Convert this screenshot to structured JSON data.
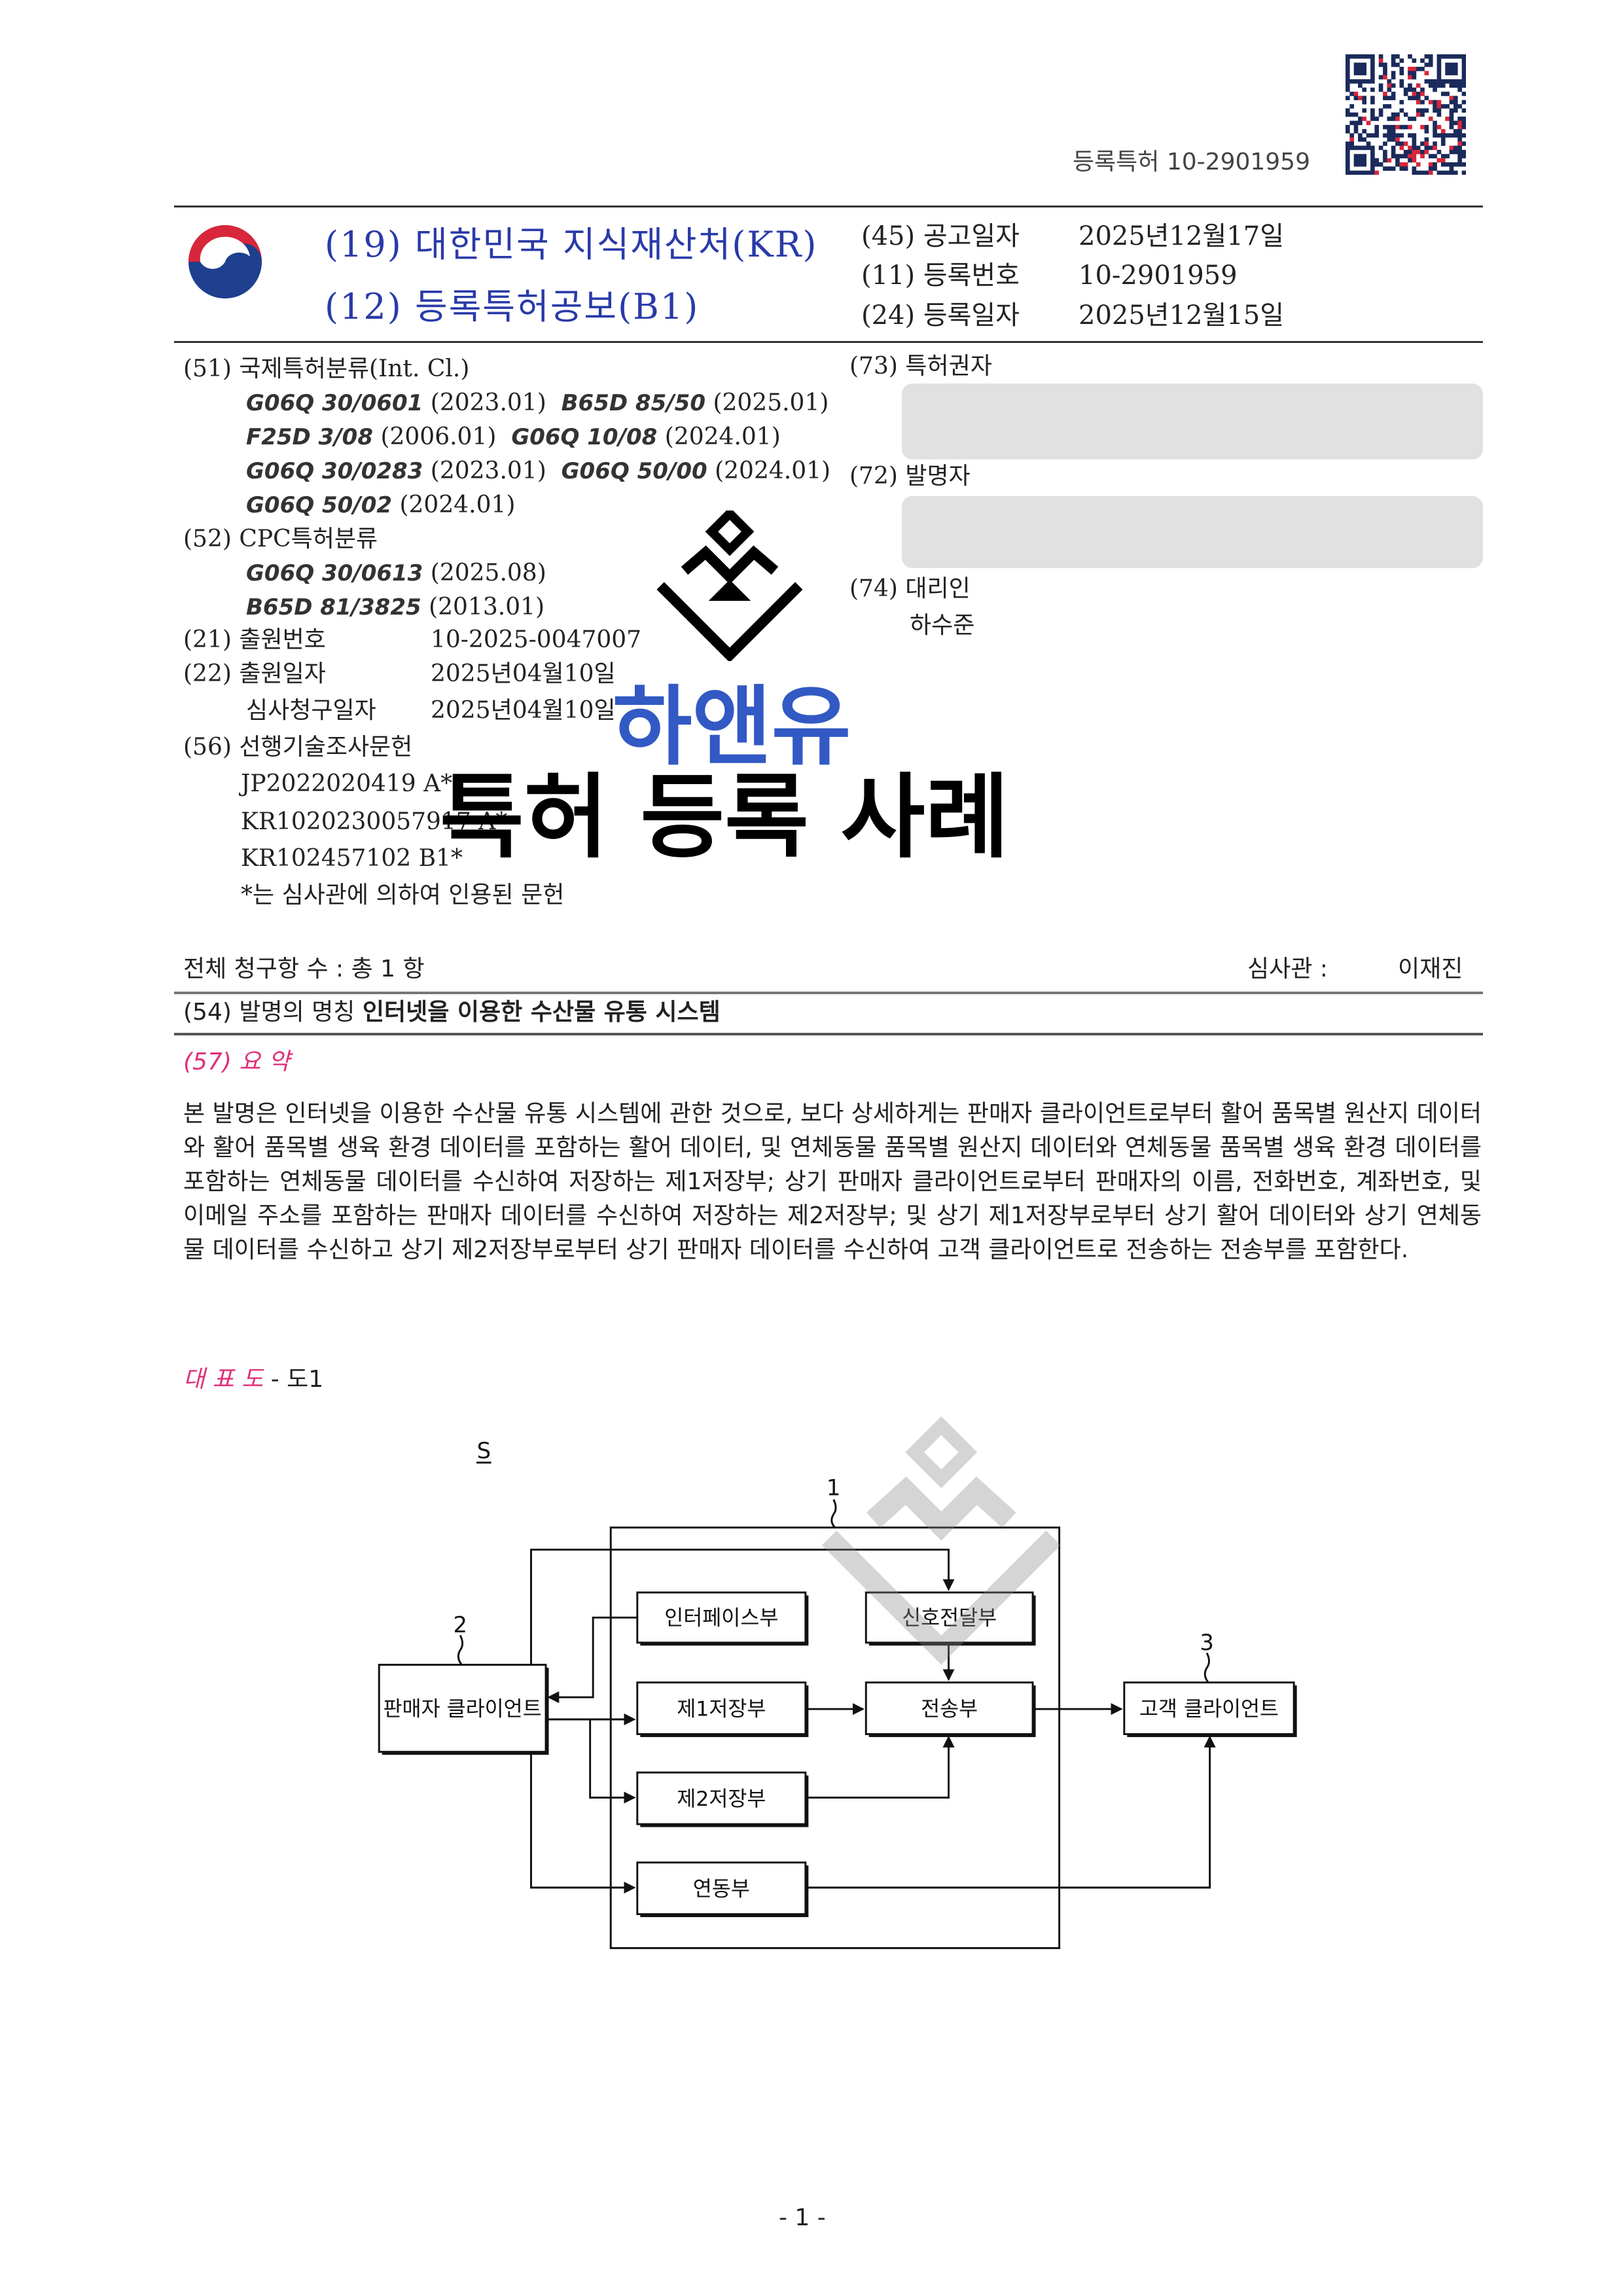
{
  "header": {
    "doc_ref": "등록특허 10-2901959",
    "office_line": "(19) 대한민국 지식재산처(KR)",
    "pub_type_line": "(12) 등록특허공보(B1)",
    "right_fields": [
      {
        "label": "(45) 공고일자",
        "value": "2025년12월17일"
      },
      {
        "label": "(11) 등록번호",
        "value": "10-2901959"
      },
      {
        "label": "(24) 등록일자",
        "value": "2025년12월15일"
      }
    ]
  },
  "biblio": {
    "ipc_label": "(51) 국제특허분류(Int. Cl.)",
    "ipc_rows": [
      [
        {
          "code": "G06Q 30/0601",
          "ver": "(2023.01)"
        },
        {
          "code": "B65D 85/50",
          "ver": "(2025.01)"
        }
      ],
      [
        {
          "code": "F25D 3/08",
          "ver": "(2006.01)"
        },
        {
          "code": "G06Q 10/08",
          "ver": "(2024.01)"
        }
      ],
      [
        {
          "code": "G06Q 30/0283",
          "ver": "(2023.01)"
        },
        {
          "code": "G06Q 50/00",
          "ver": "(2024.01)"
        }
      ],
      [
        {
          "code": "G06Q 50/02",
          "ver": "(2024.01)"
        }
      ]
    ],
    "cpc_label": "(52) CPC특허분류",
    "cpc_rows": [
      {
        "code": "G06Q 30/0613",
        "ver": "(2025.08)"
      },
      {
        "code": "B65D 81/3825",
        "ver": "(2013.01)"
      }
    ],
    "app_no_label": "(21) 출원번호",
    "app_no": "10-2025-0047007",
    "app_date_label": "(22) 출원일자",
    "app_date": "2025년04월10일",
    "exam_date_label": "심사청구일자",
    "exam_date": "2025년04월10일",
    "prior_art_label": "(56) 선행기술조사문헌",
    "prior_art": [
      "JP2022020419 A*",
      "KR1020230057917 A*",
      "KR102457102 B1*"
    ],
    "prior_art_note": "*는 심사관에 의하여 인용된 문헌",
    "owner_label": "(73) 특허권자",
    "inventor_label": "(72) 발명자",
    "agent_label": "(74) 대리인",
    "agent": "하수준"
  },
  "watermark": {
    "line1": "하앤유",
    "line2": "특허 등록 사례"
  },
  "claims": {
    "count_text": "전체 청구항 수 : 총  1  항",
    "examiner_label": "심사관 :",
    "examiner": "이재진"
  },
  "title": {
    "label": "(54) 발명의 명칭",
    "value": "인터넷을 이용한 수산물 유통 시스템"
  },
  "abstract": {
    "heading": "(57) 요 약",
    "text": "본 발명은 인터넷을 이용한 수산물 유통 시스템에 관한 것으로, 보다 상세하게는 판매자 클라이언트로부터 활어 품목별 원산지 데이터와 활어 품목별 생육 환경 데이터를 포함하는 활어 데이터, 및 연체동물 품목별 원산지 데이터와 연체동물 품목별 생육 환경 데이터를 포함하는 연체동물 데이터를 수신하여 저장하는 제1저장부; 상기 판매자 클라이언트로부터 판매자의 이름, 전화번호, 계좌번호, 및 이메일 주소를 포함하는 판매자 데이터를 수신하여 저장하는 제2저장부; 및 상기 제1저장부로부터 상기 활어 데이터와 상기 연체동물 데이터를 수신하고 상기 제2저장부로부터 상기 판매자 데이터를 수신하여 고객 클라이언트로 전송하는 전송부를 포함한다."
  },
  "figure": {
    "heading": "대 표 도",
    "ref": "- 도1",
    "labels": {
      "system": "S",
      "system_ref": "1",
      "seller_ref": "2",
      "customer_ref": "3"
    },
    "blocks": {
      "seller": "판매자 클라이언트",
      "interface": "인터페이스부",
      "storage1": "제1저장부",
      "storage2": "제2저장부",
      "link": "연동부",
      "signal": "신호전달부",
      "transmit": "전송부",
      "customer": "고객 클라이언트"
    }
  },
  "footer": {
    "page": "- 1 -"
  },
  "colors": {
    "header_blue": "#2a3aa8",
    "watermark_blue": "#3259c4",
    "accent_pink": "#e0307a",
    "redaction_gray": "#e1e1e1"
  }
}
